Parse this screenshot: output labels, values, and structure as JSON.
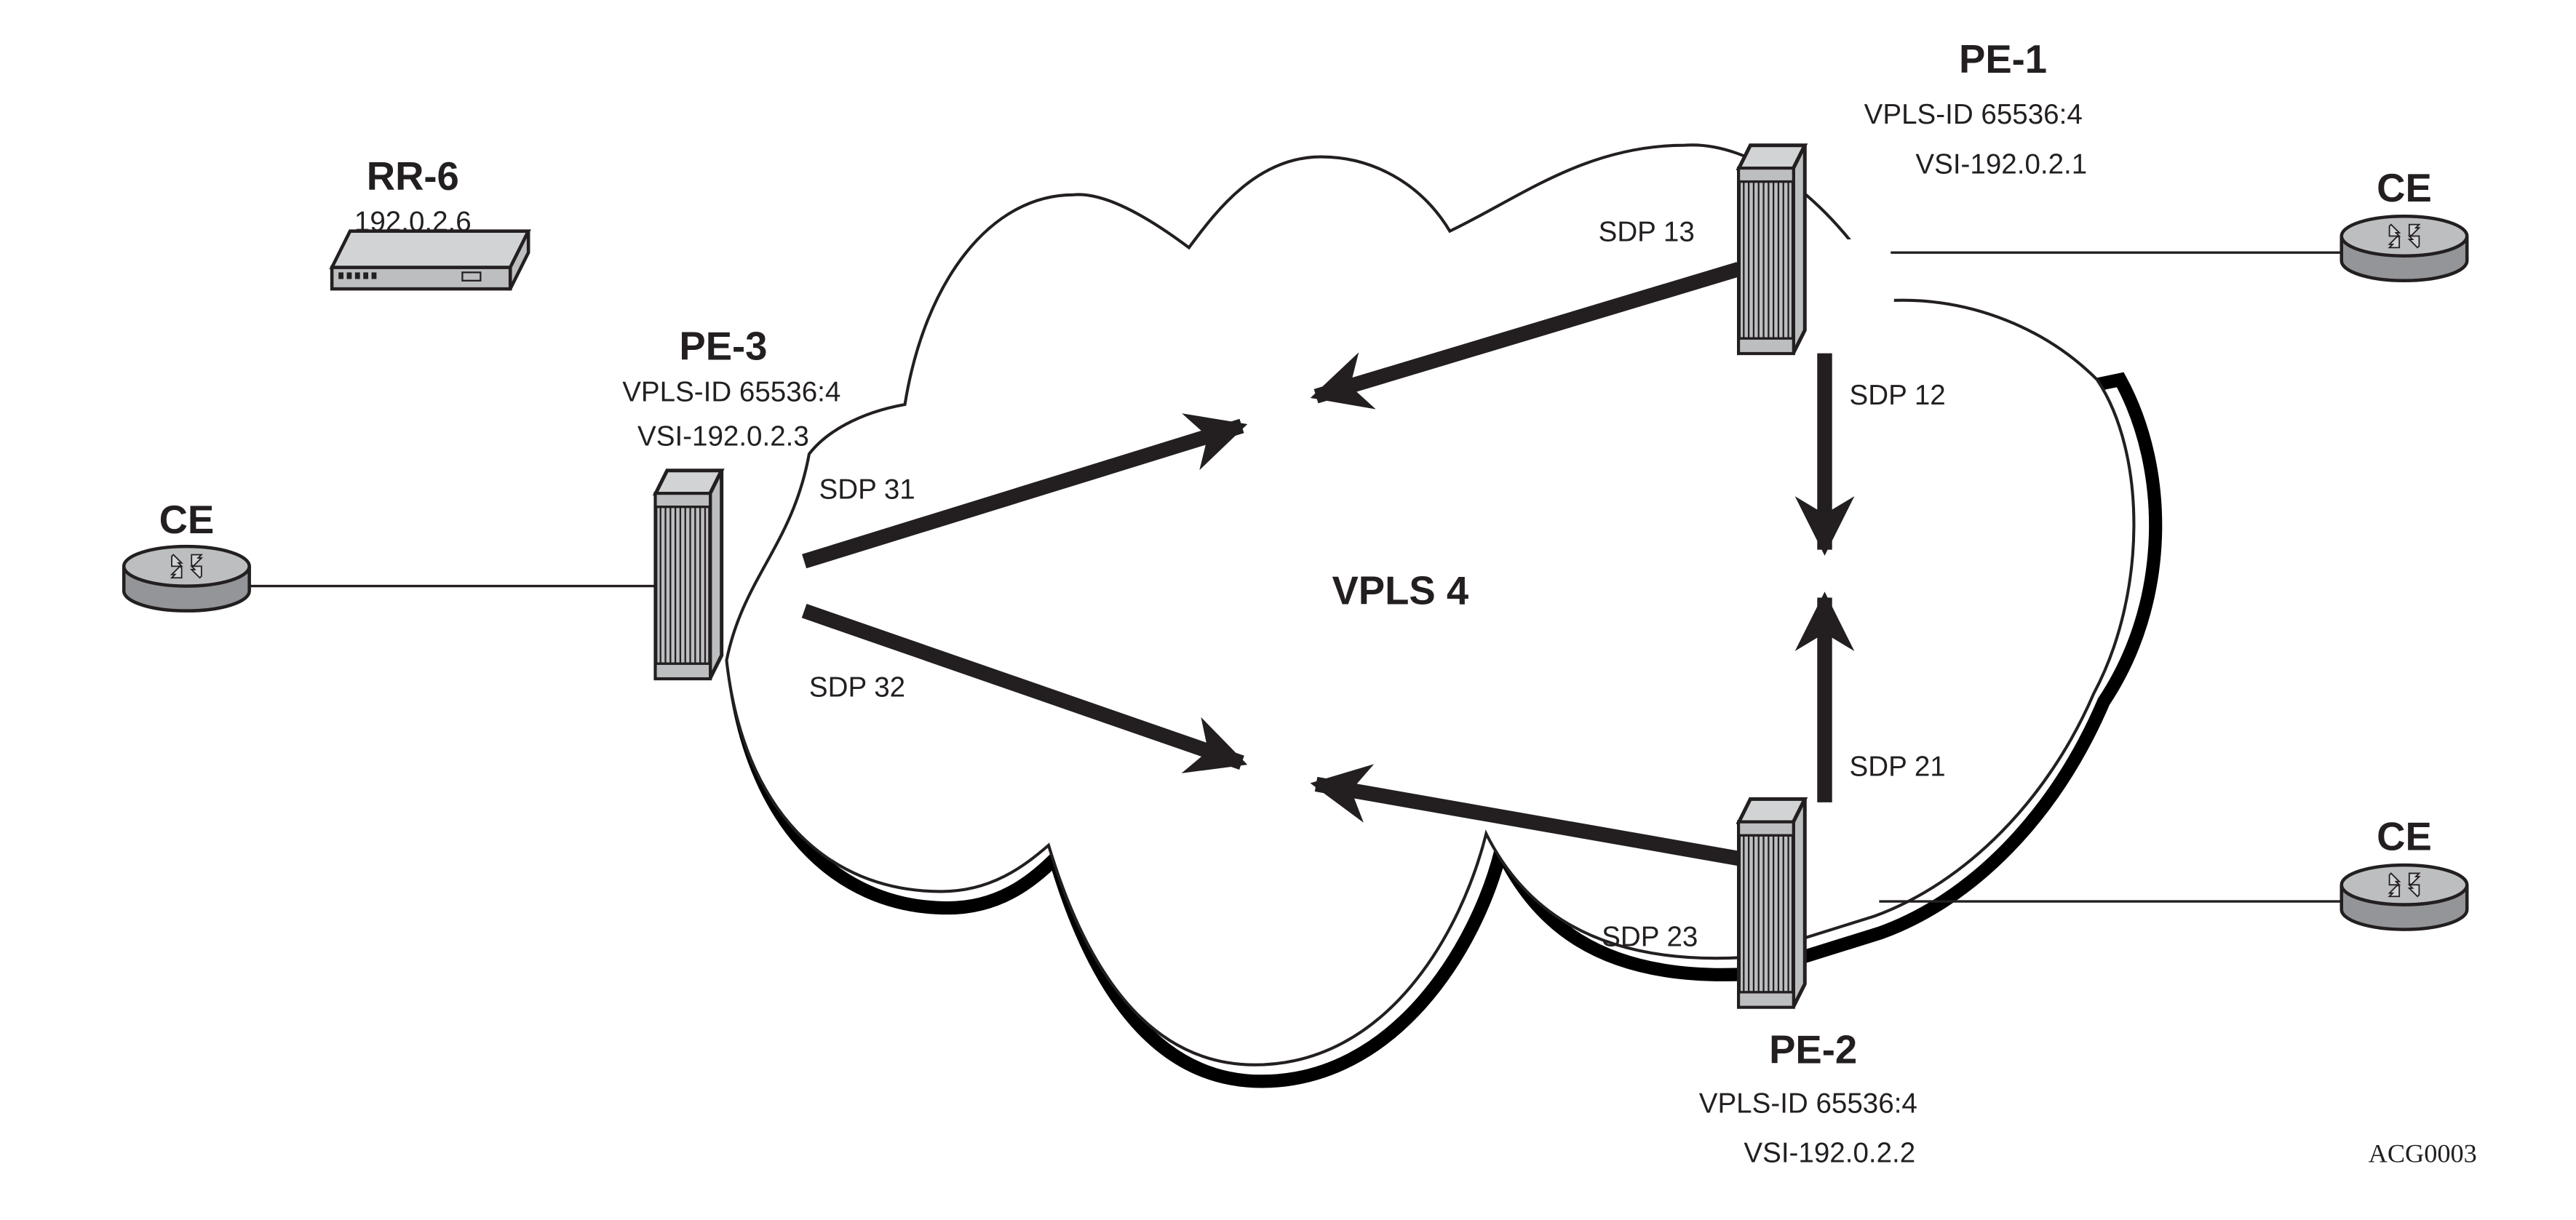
{
  "diagram": {
    "cloud_label": "VPLS 4",
    "figure_id": "ACG0003",
    "colors": {
      "ink": "#231f20",
      "device_light": "#d1d3d4",
      "device_mid": "#bcbec0",
      "router_top": "#bcbec0",
      "router_side": "#939598"
    },
    "rr": {
      "name": "RR-6",
      "address": "192.0.2.6"
    },
    "pe1": {
      "name": "PE-1",
      "vpls_id": "VPLS-ID 65536:4",
      "vsi": "VSI-192.0.2.1"
    },
    "pe2": {
      "name": "PE-2",
      "vpls_id": "VPLS-ID 65536:4",
      "vsi": "VSI-192.0.2.2"
    },
    "pe3": {
      "name": "PE-3",
      "vpls_id": "VPLS-ID 65536:4",
      "vsi": "VSI-192.0.2.3"
    },
    "ce_left": {
      "name": "CE"
    },
    "ce_top_right": {
      "name": "CE"
    },
    "ce_bottom_right": {
      "name": "CE"
    },
    "sdps": {
      "sdp13": "SDP 13",
      "sdp12": "SDP 12",
      "sdp31": "SDP 31",
      "sdp32": "SDP 32",
      "sdp21": "SDP 21",
      "sdp23": "SDP 23"
    }
  }
}
